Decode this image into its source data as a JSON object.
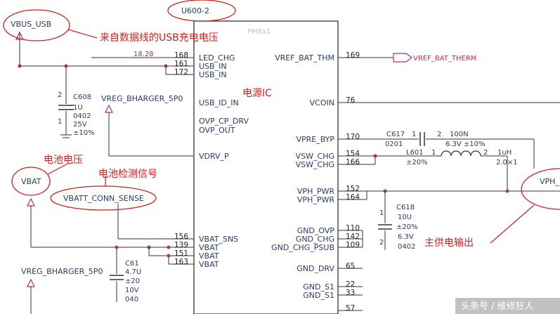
{
  "ic": {
    "ref": "U600-2",
    "faint_label": "PM8x1",
    "left_pins": [
      {
        "num": "168",
        "name": "LED_CHG"
      },
      {
        "num": "161",
        "name": "USB_IN"
      },
      {
        "num": "172",
        "name": "USB_IN"
      },
      {
        "num": "",
        "name": "USB_ID_IN"
      },
      {
        "num": "",
        "name": "OVP_CP_DRV"
      },
      {
        "num": "",
        "name": "OVP_OUT"
      },
      {
        "num": "",
        "name": "VDRV_P"
      },
      {
        "num": "156",
        "name": "VBAT_SNS"
      },
      {
        "num": "139",
        "name": "VBAT"
      },
      {
        "num": "151",
        "name": "VBAT"
      },
      {
        "num": "163",
        "name": "VBAT"
      }
    ],
    "right_pins": [
      {
        "num": "169",
        "name": "VREF_BAT_THM"
      },
      {
        "num": "76",
        "name": "VCOIN"
      },
      {
        "num": "170",
        "name": "VPRE_BYP"
      },
      {
        "num": "154",
        "name": "VSW_CHG"
      },
      {
        "num": "166",
        "name": "VSW_CHG"
      },
      {
        "num": "152",
        "name": "VPH_PWR"
      },
      {
        "num": "164",
        "name": "VPH_PWR"
      },
      {
        "num": "110",
        "name": "GND_OVP"
      },
      {
        "num": "142",
        "name": "GND_CHG"
      },
      {
        "num": "109",
        "name": "GND_CHG_PSUB"
      },
      {
        "num": "65",
        "name": "GND_DRV"
      },
      {
        "num": "22",
        "name": "GND_S1"
      },
      {
        "num": "33",
        "name": "GND_S1"
      },
      {
        "num": "57",
        "name": ""
      }
    ]
  },
  "nets": {
    "vbus_usb": "VBUS_USB",
    "vbat": "VBAT",
    "vph": "VPH_",
    "vreg_top": "VREG_BHARGER_5P0",
    "vreg_bottom": "VREG_BHARGER_5P0",
    "vbatt_sense": "VBATT_CONN_SENSE",
    "vref_therm": "VREF_BAT_THERM",
    "led_label": "18.28"
  },
  "components": {
    "c608": {
      "ref": "C608",
      "value": "1U",
      "size": "0402",
      "volt": "25V",
      "tol": "±10%",
      "pin1": "1",
      "pin2": "2"
    },
    "c617": {
      "ref": "C617",
      "size": "0201",
      "pin1": "1",
      "pin2": "2",
      "value": "100N",
      "rating": "6.3V ±10%"
    },
    "l601": {
      "ref": "L601",
      "tol": "±20%",
      "pin1": "1",
      "pin2": "2",
      "value": "1uH",
      "size": "2.0×1"
    },
    "c618": {
      "ref": "C618",
      "value": "10U",
      "tol": "±20%",
      "volt": "6.3V",
      "size": "0402",
      "pin1": "1",
      "pin2": "2"
    },
    "c61x": {
      "ref": "C61",
      "value": "4.7U",
      "tol": "±20",
      "volt": "10V",
      "size": "040"
    }
  },
  "annotations": {
    "usb_charge": "来自数据线的USB充电电压",
    "power_ic": "电源IC",
    "battery_voltage": "电池电压",
    "battery_detect": "电池检测信号",
    "main_supply": "主供电输出"
  },
  "watermark": "头条号 / 维修狂人"
}
